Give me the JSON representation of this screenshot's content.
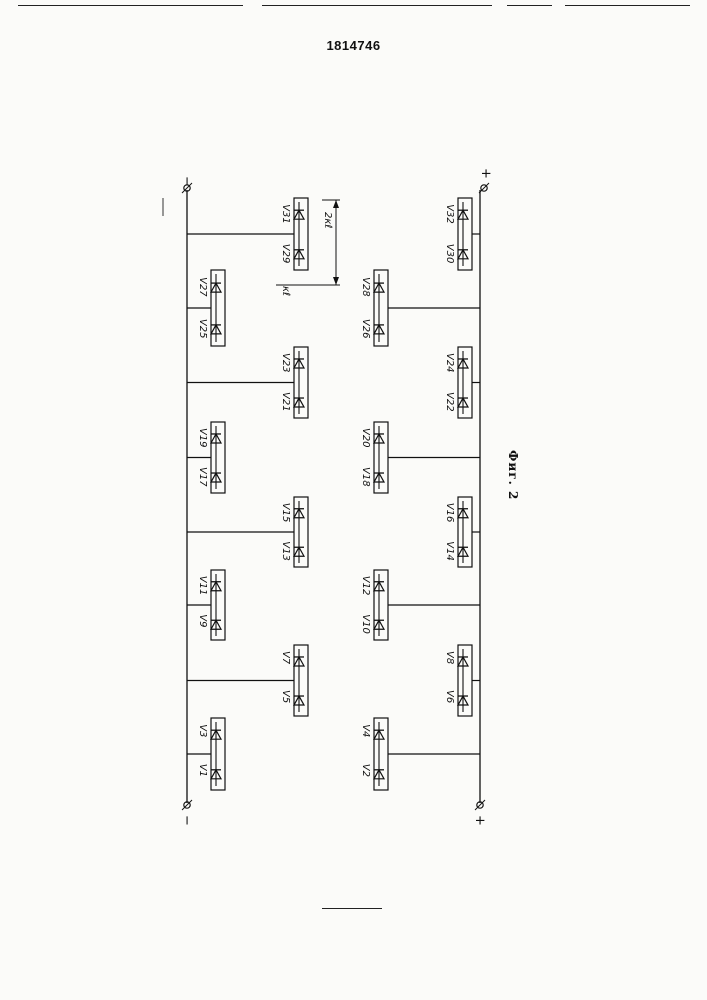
{
  "document": {
    "number": "1814746",
    "figure_caption": "Фиг. 2"
  },
  "terminals": {
    "left_top": "−",
    "left_bottom": "−",
    "right_top": "+",
    "right_bottom": "+"
  },
  "modules": [
    {
      "id": "m1",
      "top": "V3",
      "bottom": "V1"
    },
    {
      "id": "m2",
      "top": "V4",
      "bottom": "V2"
    },
    {
      "id": "m3",
      "top": "V7",
      "bottom": "V5"
    },
    {
      "id": "m4",
      "top": "V8",
      "bottom": "V6"
    },
    {
      "id": "m5",
      "top": "V11",
      "bottom": "V9"
    },
    {
      "id": "m6",
      "top": "V12",
      "bottom": "V10"
    },
    {
      "id": "m7",
      "top": "V15",
      "bottom": "V13"
    },
    {
      "id": "m8",
      "top": "V16",
      "bottom": "V14"
    },
    {
      "id": "m9",
      "top": "V19",
      "bottom": "V17"
    },
    {
      "id": "m10",
      "top": "V20",
      "bottom": "V18"
    },
    {
      "id": "m11",
      "top": "V23",
      "bottom": "V21"
    },
    {
      "id": "m12",
      "top": "V24",
      "bottom": "V22"
    },
    {
      "id": "m13",
      "top": "V27",
      "bottom": "V25"
    },
    {
      "id": "m14",
      "top": "V28",
      "bottom": "V26"
    },
    {
      "id": "m15",
      "top": "V31",
      "bottom": "V29"
    },
    {
      "id": "m16",
      "top": "V32",
      "bottom": "V30"
    }
  ],
  "dimensions": {
    "module_length": "2кℓ",
    "offset": "кℓ"
  }
}
